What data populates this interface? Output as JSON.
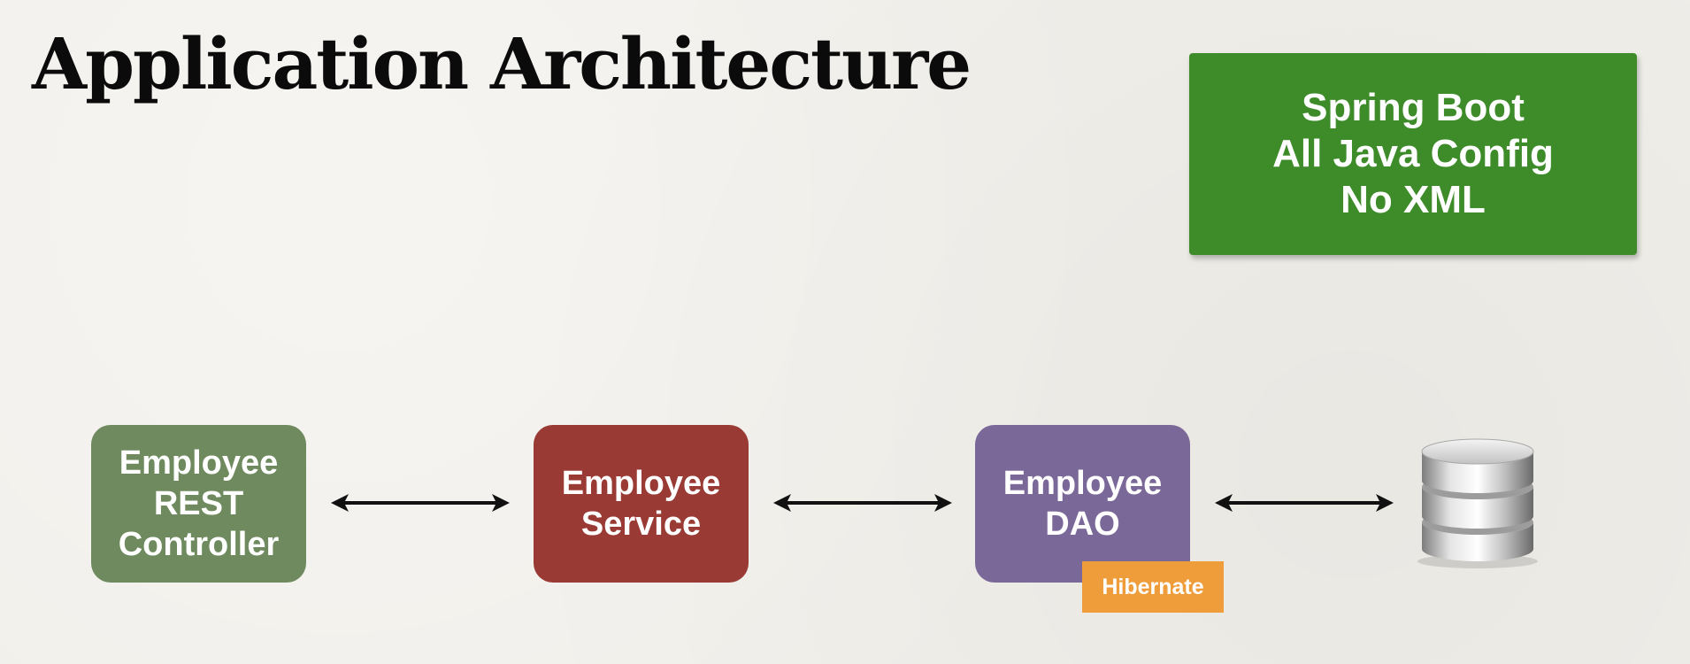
{
  "title": "Application Architecture",
  "note": {
    "lines": [
      "Spring Boot",
      "All Java Config",
      "No XML"
    ],
    "color": "#3e8b2a"
  },
  "components": [
    {
      "lines": [
        "Employee",
        "REST",
        "Controller"
      ],
      "color": "#6e8a5e"
    },
    {
      "lines": [
        "Employee",
        "Service"
      ],
      "color": "#9a3a34"
    },
    {
      "lines": [
        "Employee",
        "DAO"
      ],
      "color": "#7a6899"
    }
  ],
  "badge": {
    "label": "Hibernate",
    "color": "#ef9c3b"
  },
  "connectors": [
    {
      "from": "Employee REST Controller",
      "to": "Employee Service",
      "direction": "bidirectional"
    },
    {
      "from": "Employee Service",
      "to": "Employee DAO",
      "direction": "bidirectional"
    },
    {
      "from": "Employee DAO",
      "to": "database",
      "direction": "bidirectional"
    }
  ],
  "database_icon": "database-icon"
}
